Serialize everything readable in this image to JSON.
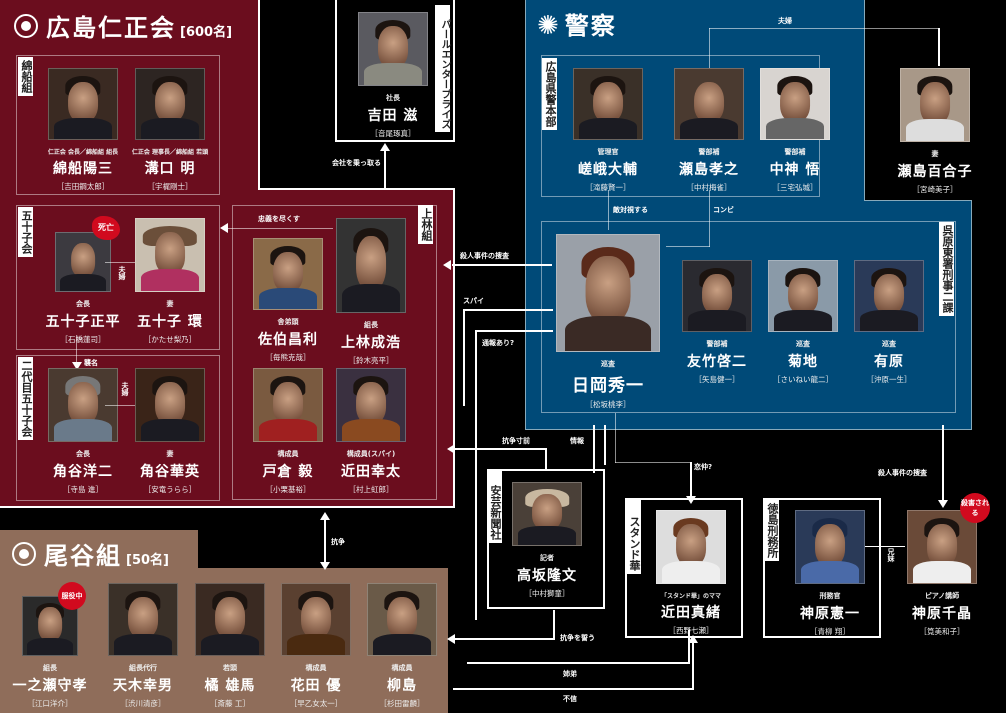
{
  "hiroshima_jinseikai": {
    "title": "広島仁正会",
    "count": "[600名]",
    "color": "#6b0d1e",
    "watafune_gumi": {
      "label": "綿船組",
      "members": [
        {
          "role": "仁正会 会長／綿船組 組長",
          "name": "綿船陽三",
          "actor": "［吉田鋼太郎］"
        },
        {
          "role": "仁正会 理事長／綿船組 若頭",
          "name": "溝口 明",
          "actor": "［宇梶剛士］"
        }
      ]
    },
    "isoko_kai": {
      "label": "五十子会",
      "members": [
        {
          "role": "会長",
          "name": "五十子正平",
          "actor": "［石橋蓮司］",
          "badge": "死亡"
        },
        {
          "role": "妻",
          "name": "五十子 環",
          "actor": "［かたせ梨乃］"
        }
      ],
      "relation": "夫婦"
    },
    "nidaime_isoko_kai": {
      "label": "二代目五十子会",
      "members": [
        {
          "role": "会長",
          "name": "角谷洋二",
          "actor": "［寺島 進］"
        },
        {
          "role": "妻",
          "name": "角谷華英",
          "actor": "［安竜うらら］"
        }
      ],
      "relation": "夫婦",
      "succession": "襲名"
    },
    "kambayashi_gumi": {
      "label": "上林組",
      "members": [
        {
          "role": "舎弟頭",
          "name": "佐伯昌利",
          "actor": "［毎熊克哉］"
        },
        {
          "role": "組長",
          "name": "上林成浩",
          "actor": "［鈴木亮平］"
        },
        {
          "role": "構成員",
          "name": "戸倉 毅",
          "actor": "［小栗基裕］"
        },
        {
          "role": "構成員(スパイ)",
          "name": "近田幸太",
          "actor": "［村上虹郎］"
        }
      ],
      "relation_loyalty": "忠義を尽くす"
    }
  },
  "pearl_enterprise": {
    "label": "パールエンタープライズ",
    "member": {
      "role": "社長",
      "name": "吉田 滋",
      "actor": "［音尾琢真］"
    },
    "relation": "会社を乗っ取る"
  },
  "police": {
    "title": "警察",
    "color": "#004a78",
    "hq": {
      "label": "広島県警本部",
      "members": [
        {
          "role": "管理官",
          "name": "嵯峨大輔",
          "actor": "［滝藤賢一］"
        },
        {
          "role": "警部補",
          "name": "瀬島孝之",
          "actor": "［中村梅雀］"
        },
        {
          "role": "警部補",
          "name": "中神 悟",
          "actor": "［三宅弘城］"
        }
      ]
    },
    "kure_east": {
      "label": "呉原東署刑事二課",
      "members": [
        {
          "role": "巡査",
          "name": "日岡秀一",
          "actor": "［松坂桃李］"
        },
        {
          "role": "警部補",
          "name": "友竹啓二",
          "actor": "［矢島健一］"
        },
        {
          "role": "巡査",
          "name": "菊地",
          "actor": "［さいねい龍二］"
        },
        {
          "role": "巡査",
          "name": "有原",
          "actor": "［沖原一生］"
        }
      ]
    },
    "relations": {
      "hostile": "敵対視する",
      "combi": "コンビ",
      "couple": "夫婦"
    }
  },
  "wife": {
    "role": "妻",
    "name": "瀬島百合子",
    "actor": "［宮崎美子］"
  },
  "aki_shimbun": {
    "label": "安芸新聞社",
    "member": {
      "role": "記者",
      "name": "高坂隆文",
      "actor": "［中村獅童］"
    }
  },
  "stand_hana": {
    "label": "スタンド華",
    "member": {
      "role": "「スタンド華」のママ",
      "name": "近田真緒",
      "actor": "［西野七瀬］"
    }
  },
  "tokushima_prison": {
    "label": "徳島刑務所",
    "member": {
      "role": "刑務官",
      "name": "神原憲一",
      "actor": "［青柳 翔］"
    }
  },
  "victim": {
    "role": "ピアノ講師",
    "name": "神原千晶",
    "actor": "［筧美和子］",
    "badge": "殺害される"
  },
  "otani_gumi": {
    "title": "尾谷組",
    "count": "[50名]",
    "color": "#8f6d5a",
    "members": [
      {
        "role": "組長",
        "name": "一之瀬守孝",
        "actor": "［江口洋介］",
        "badge": "服役中"
      },
      {
        "role": "組長代行",
        "name": "天木幸男",
        "actor": "［渋川清彦］"
      },
      {
        "role": "若頭",
        "name": "橘 雄馬",
        "actor": "［斎藤 工］"
      },
      {
        "role": "構成員",
        "name": "花田 優",
        "actor": "［早乙女太一］"
      },
      {
        "role": "構成員",
        "name": "柳島",
        "actor": "［杉田雷麟］"
      }
    ]
  },
  "relations": {
    "murder_investigation_1": "殺人事件の捜査",
    "spy": "スパイ",
    "connection": "通報あり?",
    "rival_1": "抗争寸前",
    "rival_2": "抗争を誓う",
    "intel": "情報",
    "lover": "恋仲?",
    "murder_investigation_2": "殺人事件の捜査",
    "siblings": "兄妹",
    "conflict": "抗争",
    "siblings_2": "姉弟",
    "mistrust": "不信"
  }
}
